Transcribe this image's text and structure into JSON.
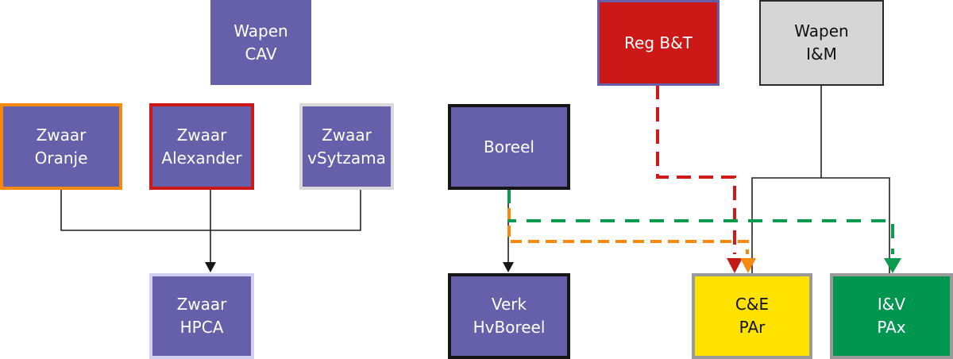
{
  "colors": {
    "purple": "#6560a9",
    "orange": "#f58a12",
    "red": "#cc1816",
    "light_gray": "#d9d9d9",
    "lavender": "#d3cff0",
    "black": "#161616",
    "gray_border": "#9a9a9a",
    "yellow": "#ffe200",
    "green": "#00964f",
    "line": "#222222",
    "dashed_red": "#d11a17",
    "dashed_green": "#0c9a4f",
    "dashed_orange": "#f48a12"
  },
  "nodes": {
    "wapen_cav": {
      "line1": "Wapen",
      "line2": "CAV"
    },
    "zwaar_oranje": {
      "line1": "Zwaar",
      "line2": "Oranje"
    },
    "zwaar_alexander": {
      "line1": "Zwaar",
      "line2": "Alexander"
    },
    "zwaar_vsytzama": {
      "line1": "Zwaar",
      "line2": "vSytzama"
    },
    "zwaar_hpca": {
      "line1": "Zwaar",
      "line2": "HPCA"
    },
    "boreel": {
      "line1": "Boreel"
    },
    "verk_hvboreel": {
      "line1": "Verk",
      "line2": "HvBoreel"
    },
    "reg_bt": {
      "line1": "Reg B&T"
    },
    "wapen_im": {
      "line1": "Wapen",
      "line2": "I&M"
    },
    "ce_par": {
      "line1": "C&E",
      "line2": "PAr"
    },
    "iv_pax": {
      "line1": "I&V",
      "line2": "PAx"
    }
  },
  "edges": [
    {
      "from": "Zwaar Oranje",
      "to": "Zwaar HPCA",
      "style": "solid"
    },
    {
      "from": "Zwaar Alexander",
      "to": "Zwaar HPCA",
      "style": "solid"
    },
    {
      "from": "Zwaar vSytzama",
      "to": "Zwaar HPCA",
      "style": "solid"
    },
    {
      "from": "Boreel",
      "to": "Verk HvBoreel",
      "style": "solid"
    },
    {
      "from": "Wapen I&M",
      "to": "C&E PAr",
      "style": "solid"
    },
    {
      "from": "Wapen I&M",
      "to": "I&V PAx",
      "style": "solid"
    },
    {
      "from": "Reg B&T",
      "to": "C&E PAr",
      "style": "dashed",
      "color": "red"
    },
    {
      "from": "Boreel",
      "to": "C&E PAr",
      "style": "dashed",
      "color": "orange"
    },
    {
      "from": "Boreel",
      "to": "I&V PAx",
      "style": "dashed",
      "color": "green"
    }
  ]
}
